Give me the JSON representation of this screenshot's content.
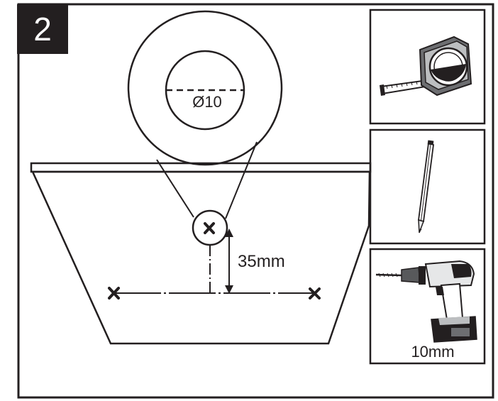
{
  "step": {
    "number": "2"
  },
  "detail": {
    "hole_diameter_label": "Ø10"
  },
  "dimension": {
    "distance_label": "35mm"
  },
  "tools": [
    {
      "name": "tape-measure",
      "label": ""
    },
    {
      "name": "pencil",
      "label": ""
    },
    {
      "name": "drill",
      "label": "10mm"
    }
  ],
  "colors": {
    "ink": "#231f20",
    "background": "#ffffff"
  }
}
